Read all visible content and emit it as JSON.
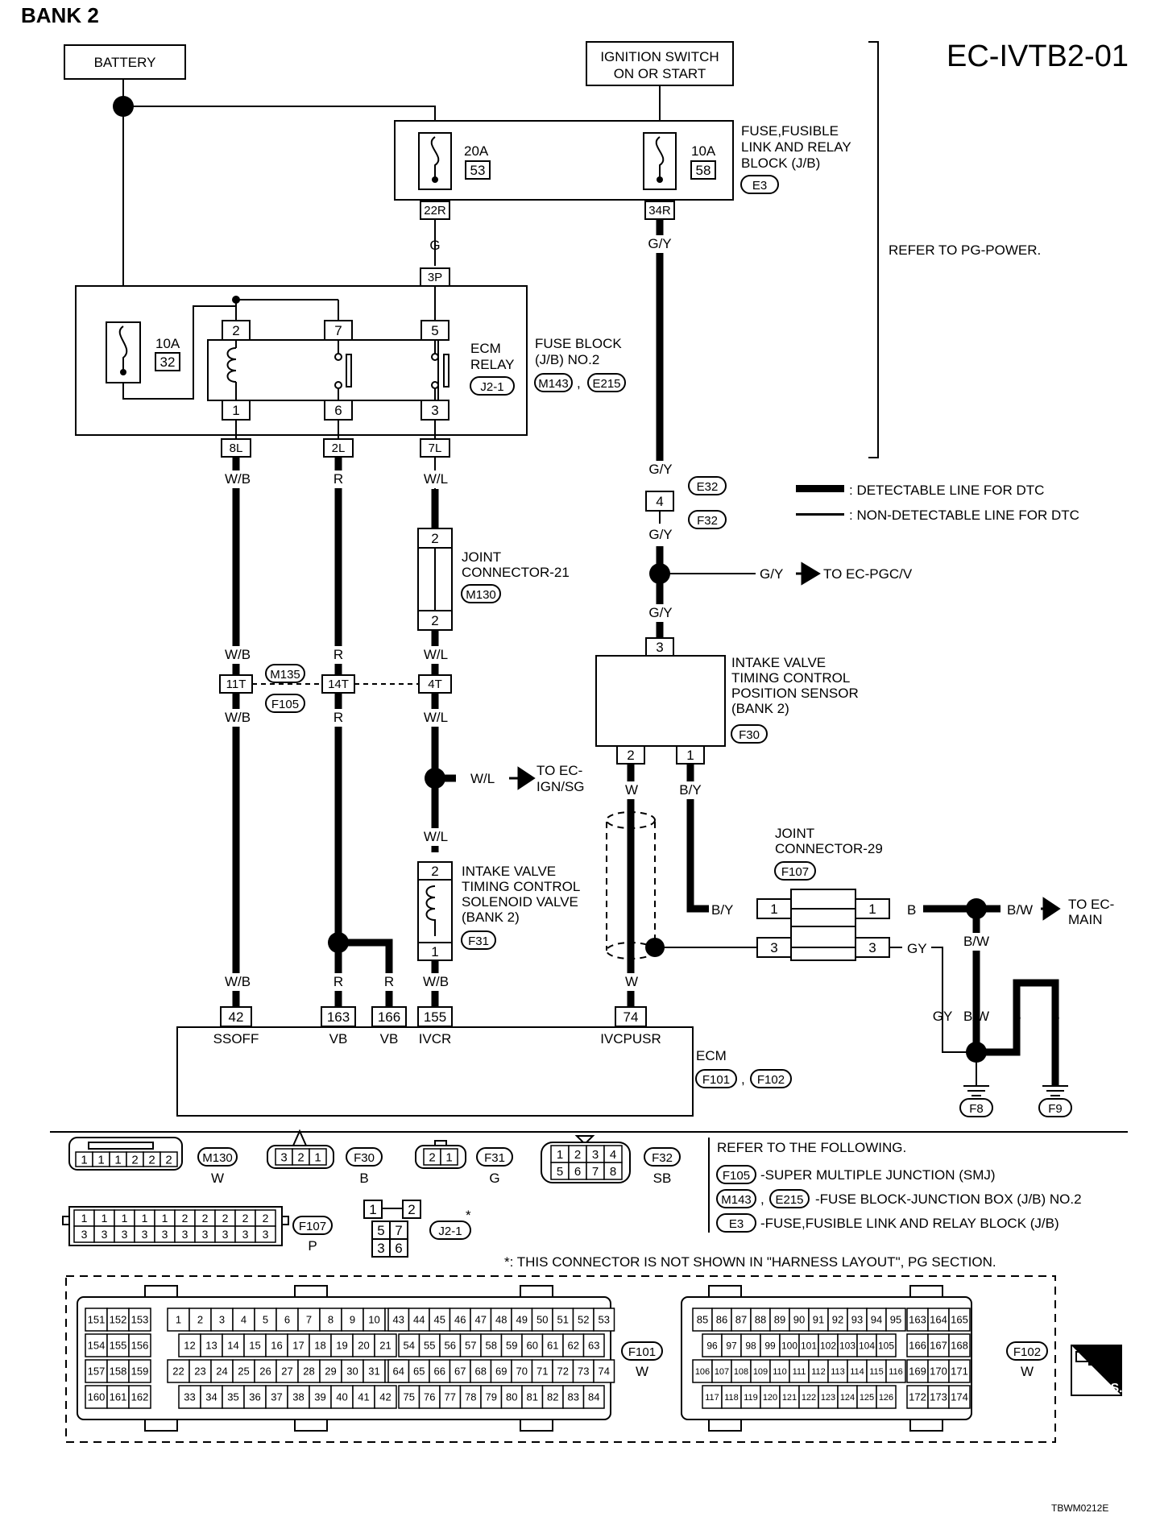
{
  "header": {
    "title": "BANK 2",
    "diagram_code": "EC-IVTB2-01",
    "footer_code": "TBWM0212E"
  },
  "sources": {
    "battery": "BATTERY",
    "ignition_line1": "IGNITION SWITCH",
    "ignition_line2": "ON OR START"
  },
  "jb": {
    "label1": "FUSE,FUSIBLE",
    "label2": "LINK AND RELAY",
    "label3": "BLOCK (J/B)",
    "conn": "E3",
    "fuse_a_amp": "20A",
    "fuse_a_no": "53",
    "fuse_b_amp": "10A",
    "fuse_b_no": "58",
    "term_a": "22R",
    "term_b": "34R",
    "refer": "REFER TO PG-POWER."
  },
  "fuse_block2": {
    "label1": "FUSE BLOCK",
    "label2": "(J/B) NO.2",
    "conn1": "M143",
    "conn2": "E215",
    "comma": ",",
    "term_top": "3P",
    "fuse_amp": "10A",
    "fuse_no": "32",
    "relay_label1": "ECM",
    "relay_label2": "RELAY",
    "relay_conn": "J2-1",
    "pins_top": [
      "2",
      "7",
      "5"
    ],
    "pins_bottom": [
      "1",
      "6",
      "3"
    ],
    "terms_bottom": [
      "8L",
      "2L",
      "7L"
    ]
  },
  "wires": {
    "g": "G",
    "gy": "G/Y",
    "wb": "W/B",
    "r": "R",
    "wl": "W/L",
    "w": "W",
    "by": "B/Y",
    "b": "B",
    "bw": "B/W",
    "gy2": "GY"
  },
  "legend": {
    "detectable": ": DETECTABLE LINE FOR DTC",
    "non_detectable": ": NON-DETECTABLE LINE FOR DTC"
  },
  "conn_e32": {
    "pin": "4",
    "c1": "E32",
    "c2": "F32"
  },
  "to_pgcv": "TO EC-PGC/V",
  "to_ign": "TO EC-",
  "to_ign2": "IGN/SG",
  "to_main": "TO EC-",
  "to_main2": "MAIN",
  "jc21": {
    "label1": "JOINT",
    "label2": "CONNECTOR-21",
    "conn": "M130",
    "pin": "2"
  },
  "jc29": {
    "label1": "JOINT",
    "label2": "CONNECTOR-29",
    "conn": "F107",
    "pin1": "1",
    "pin3": "3"
  },
  "harness": {
    "c1": "M135",
    "c2": "F105",
    "t1": "11T",
    "t2": "14T",
    "t3": "4T"
  },
  "sensor": {
    "l1": "INTAKE VALVE",
    "l2": "TIMING CONTROL",
    "l3": "POSITION SENSOR",
    "l4": "(BANK 2)",
    "conn": "F30",
    "pin_top": "3",
    "pin_l": "2",
    "pin_r": "1"
  },
  "solenoid": {
    "l1": "INTAKE VALVE",
    "l2": "TIMING CONTROL",
    "l3": "SOLENOID VALVE",
    "l4": "(BANK 2)",
    "conn": "F31",
    "pin_top": "2",
    "pin_bot": "1"
  },
  "ecm": {
    "label": "ECM",
    "c1": "F101",
    "c2": "F102",
    "pins": [
      "42",
      "163",
      "166",
      "155",
      "74"
    ],
    "names": [
      "SSOFF",
      "VB",
      "VB",
      "IVCR",
      "IVCPUSR"
    ]
  },
  "grounds": [
    "F8",
    "F9"
  ],
  "refs": {
    "title": "REFER TO THE FOLLOWING.",
    "r1c": "F105",
    "r1": "-SUPER MULTIPLE JUNCTION (SMJ)",
    "r2c1": "M143",
    "r2c2": "E215",
    "r2": "-FUSE BLOCK-JUNCTION BOX (J/B) NO.2",
    "r3c": "E3",
    "r3": "-FUSE,FUSIBLE LINK AND RELAY BLOCK (J/B)",
    "note": "*: THIS CONNECTOR IS NOT SHOWN IN \"HARNESS LAYOUT\", PG SECTION."
  },
  "connector_views": {
    "m130": {
      "pins": [
        "1",
        "1",
        "1",
        "2",
        "2",
        "2"
      ],
      "name": "M130",
      "color": "W"
    },
    "f30": {
      "pins": [
        "3",
        "2",
        "1"
      ],
      "name": "F30",
      "color": "B"
    },
    "f31": {
      "pins": [
        "2",
        "1"
      ],
      "name": "F31",
      "color": "G"
    },
    "f32": {
      "pins": [
        "1",
        "2",
        "3",
        "4",
        "5",
        "6",
        "7",
        "8"
      ],
      "name": "F32",
      "color": "SB"
    },
    "f107": {
      "top": [
        "1",
        "1",
        "1",
        "1",
        "1",
        "2",
        "2",
        "2",
        "2",
        "2"
      ],
      "bottom": [
        "3",
        "3",
        "3",
        "3",
        "3",
        "3",
        "3",
        "3",
        "3",
        "3"
      ],
      "name": "F107",
      "color": "P"
    },
    "j21": {
      "pins": [
        "1",
        "2",
        "5",
        "7",
        "3",
        "6"
      ],
      "name": "J2-1",
      "star": "*"
    },
    "f101": {
      "name": "F101",
      "color": "W"
    },
    "f102": {
      "name": "F102",
      "color": "W"
    }
  },
  "hs_label": "H.S."
}
